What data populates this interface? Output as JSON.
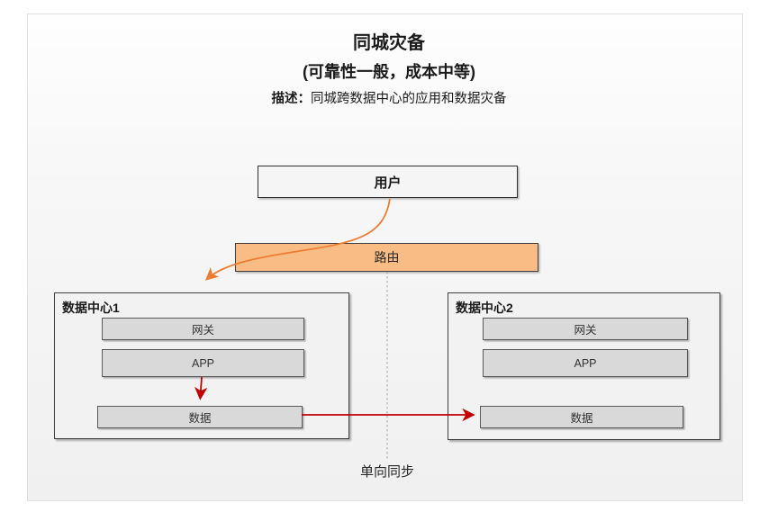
{
  "header": {
    "title": "同城灾备",
    "subtitle": "(可靠性一般，成本中等)",
    "desc_label": "描述：",
    "desc_text": "同城跨数据中心的应用和数据灾备"
  },
  "nodes": {
    "user": {
      "label": "用户"
    },
    "router": {
      "label": "路由"
    },
    "dc1": {
      "title": "数据中心1",
      "layers": [
        "网关",
        "APP",
        "数据"
      ]
    },
    "dc2": {
      "title": "数据中心2",
      "layers": [
        "网关",
        "APP",
        "数据"
      ]
    }
  },
  "annotations": {
    "sync_label": "单向同步"
  },
  "diagram": {
    "edges": [
      {
        "from": "用户",
        "to": "数据中心1",
        "via": "路由",
        "style": "orange-curve-arrow"
      },
      {
        "from": "数据中心1.APP",
        "to": "数据中心1.数据",
        "style": "red-arrow"
      },
      {
        "from": "数据中心1.数据",
        "to": "数据中心2.数据",
        "style": "red-arrow",
        "label": "单向同步"
      }
    ]
  },
  "colors": {
    "router_fill": "#f8bc84",
    "orange_arrow": "#ed7d31",
    "red_arrow": "#c00000",
    "layer_fill": "#d9d9d9",
    "dc_fill": "#f2f2f2",
    "dashed_line": "#a6a6a6",
    "panel_border": "#e0e0e0"
  }
}
